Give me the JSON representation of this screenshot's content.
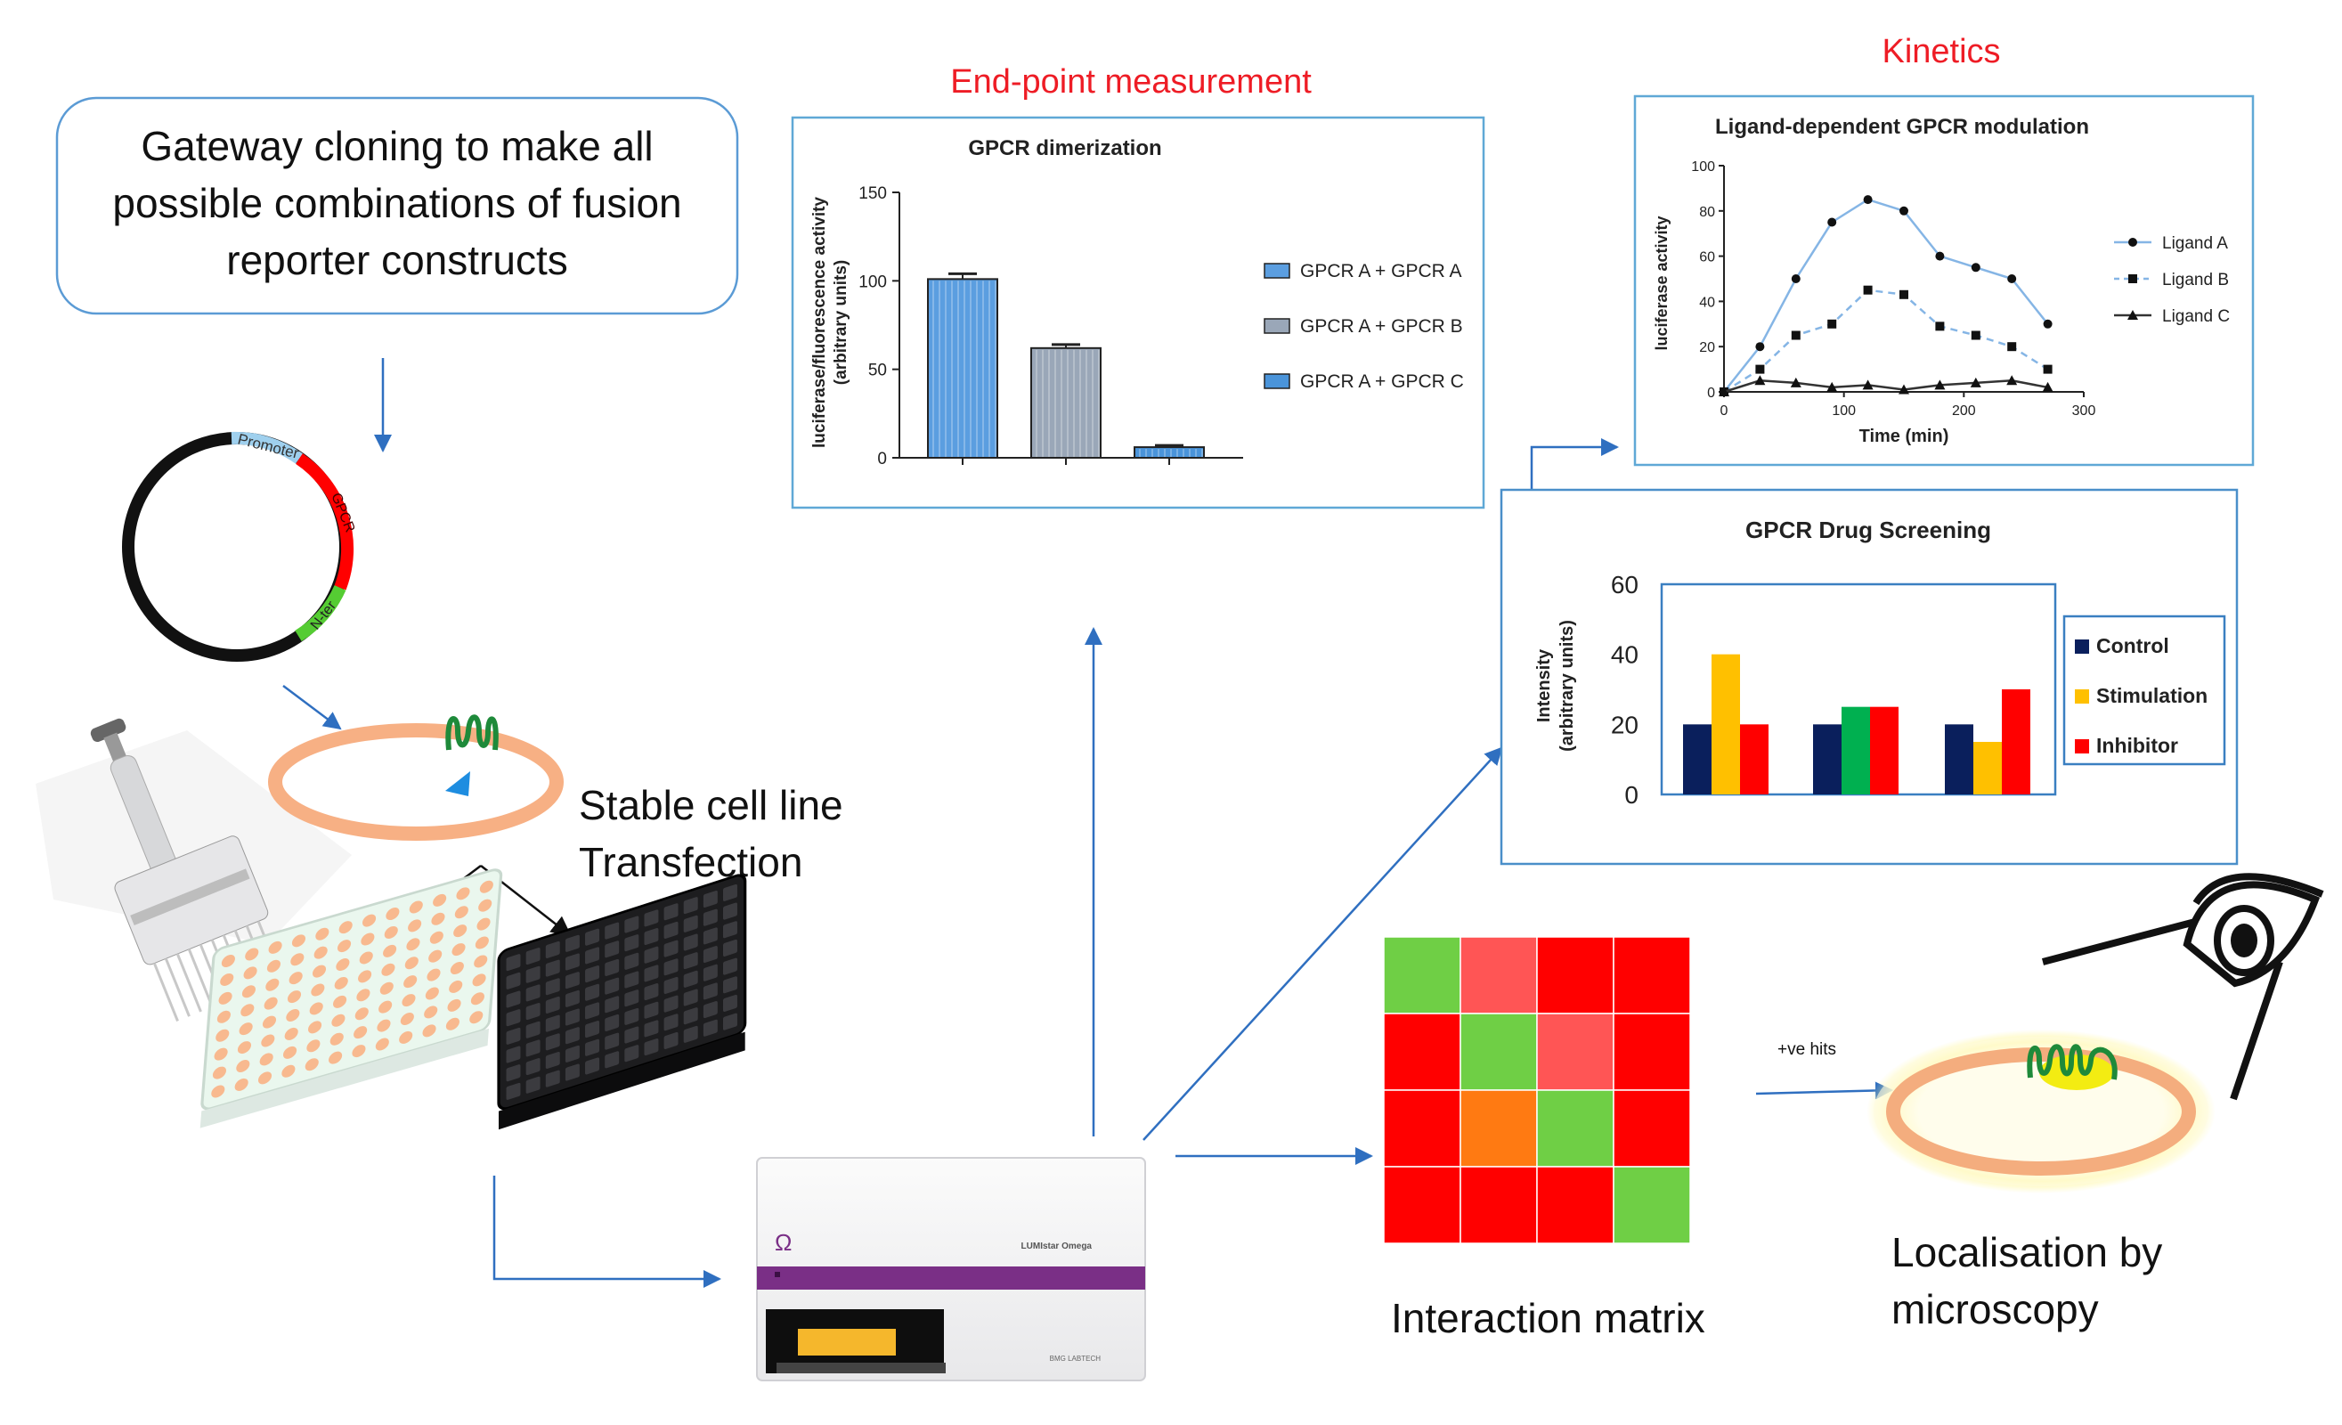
{
  "cloning_box": {
    "line1": "Gateway cloning to make all",
    "line2": "possible combinations of fusion",
    "line3": "reporter constructs"
  },
  "plasmid": {
    "promoter_label": "Promoter",
    "gpcr_label": "GPCR",
    "tag_label": "N-ter"
  },
  "stable_cell": {
    "line1": "Stable cell line",
    "line2": "Transfection"
  },
  "endpoint": {
    "heading": "End-point measurement"
  },
  "kinetics": {
    "heading": "Kinetics"
  },
  "instrument": {
    "brand": "LUMIstar Omega",
    "maker": "BMG LABTECH",
    "logo": "Ω"
  },
  "interaction": {
    "label": "Interaction matrix"
  },
  "hits": {
    "label": "+ve hits"
  },
  "localisation": {
    "line1": "Localisation by",
    "line2": "microscopy"
  },
  "colors": {
    "arrow": "#2f6fc0",
    "heading_red": "#ee1c25",
    "green": "#6fcf45",
    "red": "#ff0000",
    "pink": "#ff5555",
    "orange": "#ff7a12"
  },
  "chart_data": [
    {
      "id": "dimerization",
      "type": "bar",
      "title": "GPCR dimerization",
      "ylabel": "luciferase/fluorescence activity (arbitrary units)",
      "ylim": [
        0,
        150
      ],
      "yticks": [
        0,
        50,
        100,
        150
      ],
      "categories": [
        "GPCR A + GPCR A",
        "GPCR A + GPCR B",
        "GPCR A + GPCR C"
      ],
      "values": [
        101,
        62,
        6
      ],
      "errors": [
        3,
        2,
        1
      ],
      "colors": [
        "#5b9ee0",
        "#9aa7b8",
        "#4a94da"
      ],
      "legend": "right"
    },
    {
      "id": "kinetics",
      "type": "line",
      "title": "Ligand-dependent GPCR modulation",
      "xlabel": "Time (min)",
      "ylabel": "luciferase activity",
      "xlim": [
        0,
        300
      ],
      "ylim": [
        0,
        100
      ],
      "xticks": [
        0,
        100,
        200,
        300
      ],
      "yticks": [
        0,
        20,
        40,
        60,
        80,
        100
      ],
      "series": [
        {
          "name": "Ligand A",
          "x": [
            0,
            30,
            60,
            90,
            120,
            150,
            180,
            210,
            240,
            270
          ],
          "y": [
            0,
            20,
            50,
            75,
            85,
            80,
            60,
            55,
            50,
            30
          ],
          "marker": "circle",
          "color": "#85b5e5",
          "dash": ""
        },
        {
          "name": "Ligand B",
          "x": [
            0,
            30,
            60,
            90,
            120,
            150,
            180,
            210,
            240,
            270
          ],
          "y": [
            0,
            10,
            25,
            30,
            45,
            43,
            29,
            25,
            20,
            10
          ],
          "marker": "square",
          "color": "#85b5e5",
          "dash": "8,6"
        },
        {
          "name": "Ligand C",
          "x": [
            0,
            30,
            60,
            90,
            120,
            150,
            180,
            210,
            240,
            270
          ],
          "y": [
            0,
            5,
            4,
            2,
            3,
            1,
            3,
            4,
            5,
            2
          ],
          "marker": "triangle",
          "color": "#333333",
          "dash": ""
        }
      ],
      "legend": "right"
    },
    {
      "id": "screening",
      "type": "bar",
      "title": "GPCR Drug Screening",
      "ylabel": "Intensity (arbitrary units)",
      "ylim": [
        0,
        60
      ],
      "yticks": [
        0,
        20,
        40,
        60
      ],
      "groups": [
        {
          "values": [
            20,
            40,
            20
          ],
          "colors": [
            "#0a1f5c",
            "#ffc000",
            "#ff0000"
          ]
        },
        {
          "values": [
            20,
            25,
            25
          ],
          "colors": [
            "#0a1f5c",
            "#00b050",
            "#ff0000"
          ]
        },
        {
          "values": [
            20,
            15,
            30
          ],
          "colors": [
            "#0a1f5c",
            "#ffc000",
            "#ff0000"
          ]
        }
      ],
      "legend_items": [
        {
          "name": "Control",
          "color": "#0a1f5c"
        },
        {
          "name": "Stimulation",
          "color": "#ffc000"
        },
        {
          "name": "Inhibitor",
          "color": "#ff0000"
        }
      ],
      "legend": "right"
    },
    {
      "id": "interaction_matrix",
      "type": "heatmap",
      "cells": [
        [
          "green",
          "pink",
          "red",
          "red"
        ],
        [
          "red",
          "green",
          "pink",
          "red"
        ],
        [
          "red",
          "orange",
          "green",
          "red"
        ],
        [
          "red",
          "red",
          "red",
          "green"
        ]
      ]
    }
  ]
}
